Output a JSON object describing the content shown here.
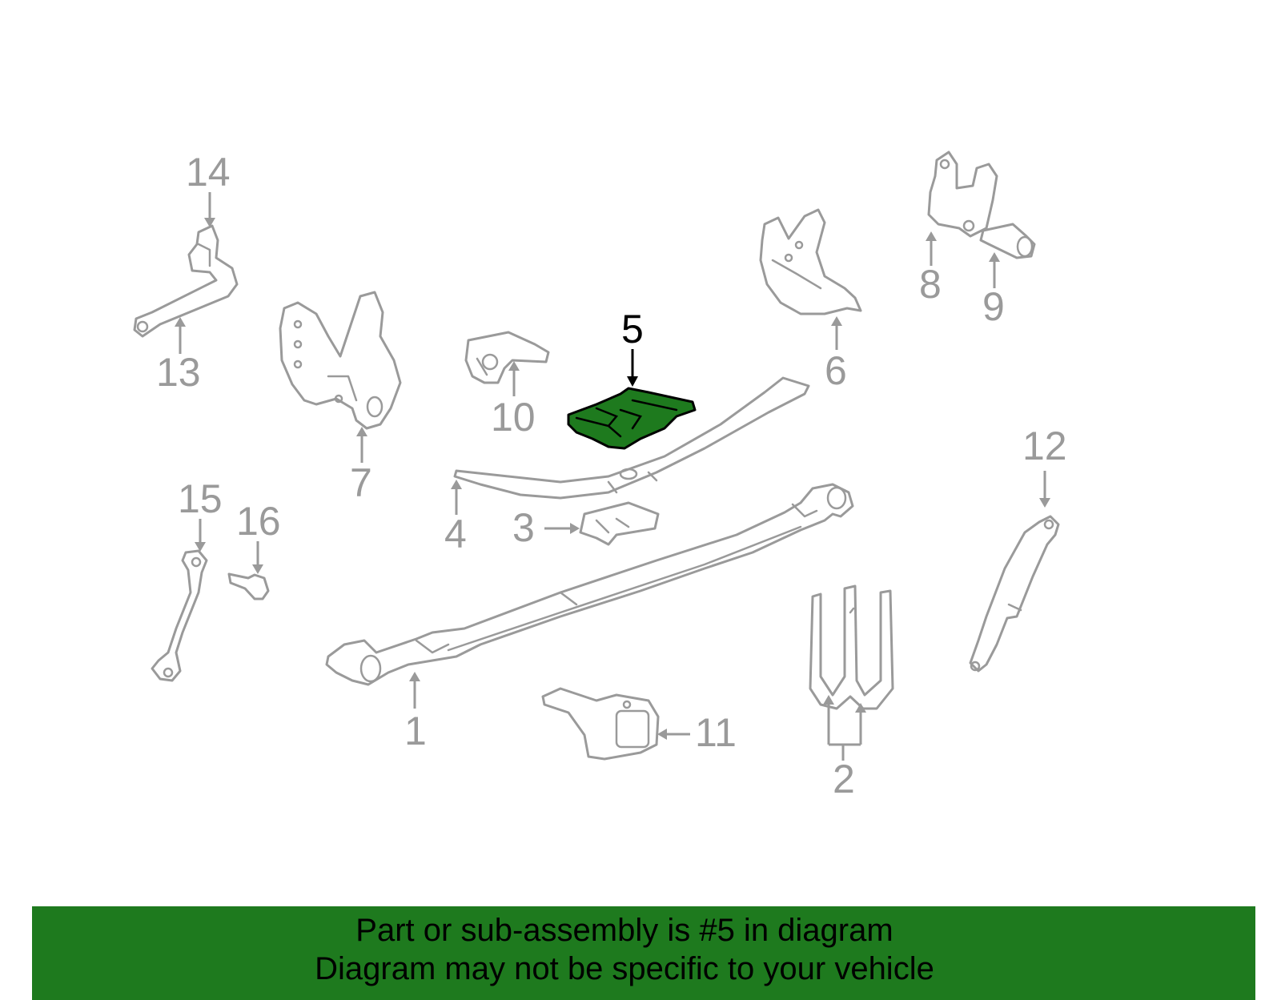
{
  "diagram": {
    "callouts": [
      {
        "number": "1"
      },
      {
        "number": "2"
      },
      {
        "number": "3"
      },
      {
        "number": "4"
      },
      {
        "number": "5"
      },
      {
        "number": "6"
      },
      {
        "number": "7"
      },
      {
        "number": "8"
      },
      {
        "number": "9"
      },
      {
        "number": "10"
      },
      {
        "number": "11"
      },
      {
        "number": "12"
      },
      {
        "number": "13"
      },
      {
        "number": "14"
      },
      {
        "number": "15"
      },
      {
        "number": "16"
      }
    ],
    "highlighted_part": "5",
    "colors": {
      "highlight": "#1e7a1e",
      "part_outline": "#9a9a9a",
      "banner": "#1e7a1e",
      "text": "#000000"
    }
  },
  "banner": {
    "line1": "Part or sub-assembly is #5 in diagram",
    "line2": "Diagram may not be specific to your vehicle"
  }
}
